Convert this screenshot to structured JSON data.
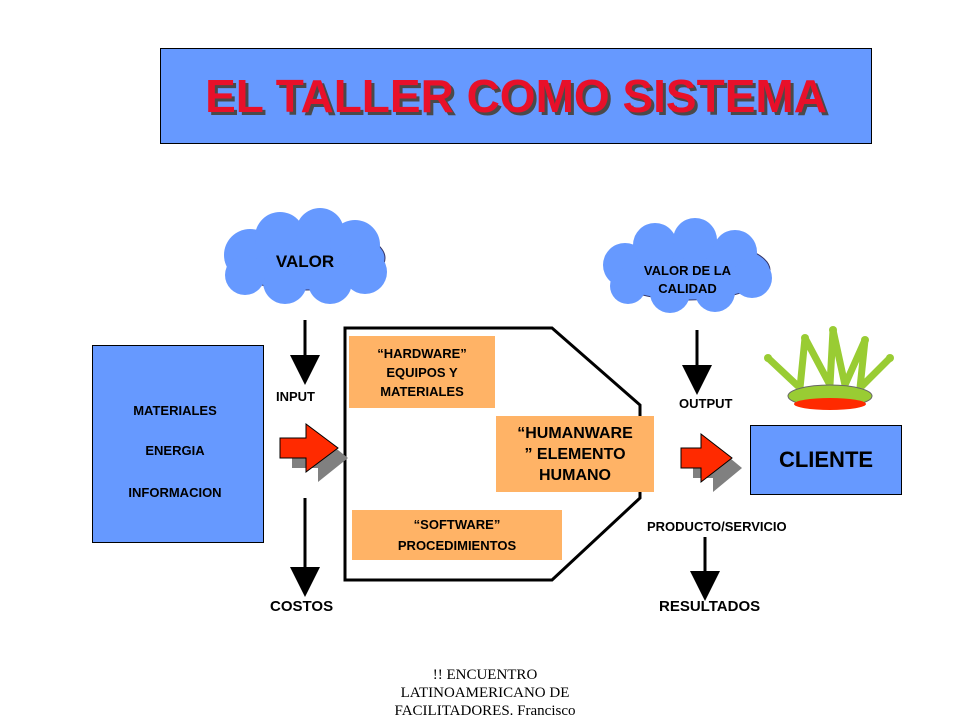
{
  "title": "EL TALLER COMO SISTEMA",
  "clouds": {
    "valor": "VALOR",
    "valor_calidad_line1": "VALOR DE LA",
    "valor_calidad_line2": "CALIDAD"
  },
  "inputs_box": {
    "items": [
      "MATERIALES",
      "ENERGIA",
      "INFORMACION"
    ]
  },
  "labels": {
    "input": "INPUT",
    "output": "OUTPUT",
    "costos": "COSTOS",
    "resultados": "RESULTADOS",
    "producto_servicio": "PRODUCTO/SERVICIO"
  },
  "components": {
    "hardware": [
      "“HARDWARE”",
      "EQUIPOS Y",
      "MATERIALES"
    ],
    "humanware": [
      "“HUMANWARE",
      "” ELEMENTO",
      "HUMANO"
    ],
    "software": [
      "“SOFTWARE”",
      "PROCEDIMIENTOS"
    ]
  },
  "cliente": "CLIENTE",
  "footer": [
    "!! ENCUENTRO",
    "LATINOAMERICANO DE",
    "FACILITADORES. Francisco"
  ],
  "colors": {
    "title_bg": "#6699ff",
    "title_text": "#e8102a",
    "orange_box": "#ffb366",
    "arrow_red": "#ff2a00",
    "crown_green": "#99cc33"
  }
}
